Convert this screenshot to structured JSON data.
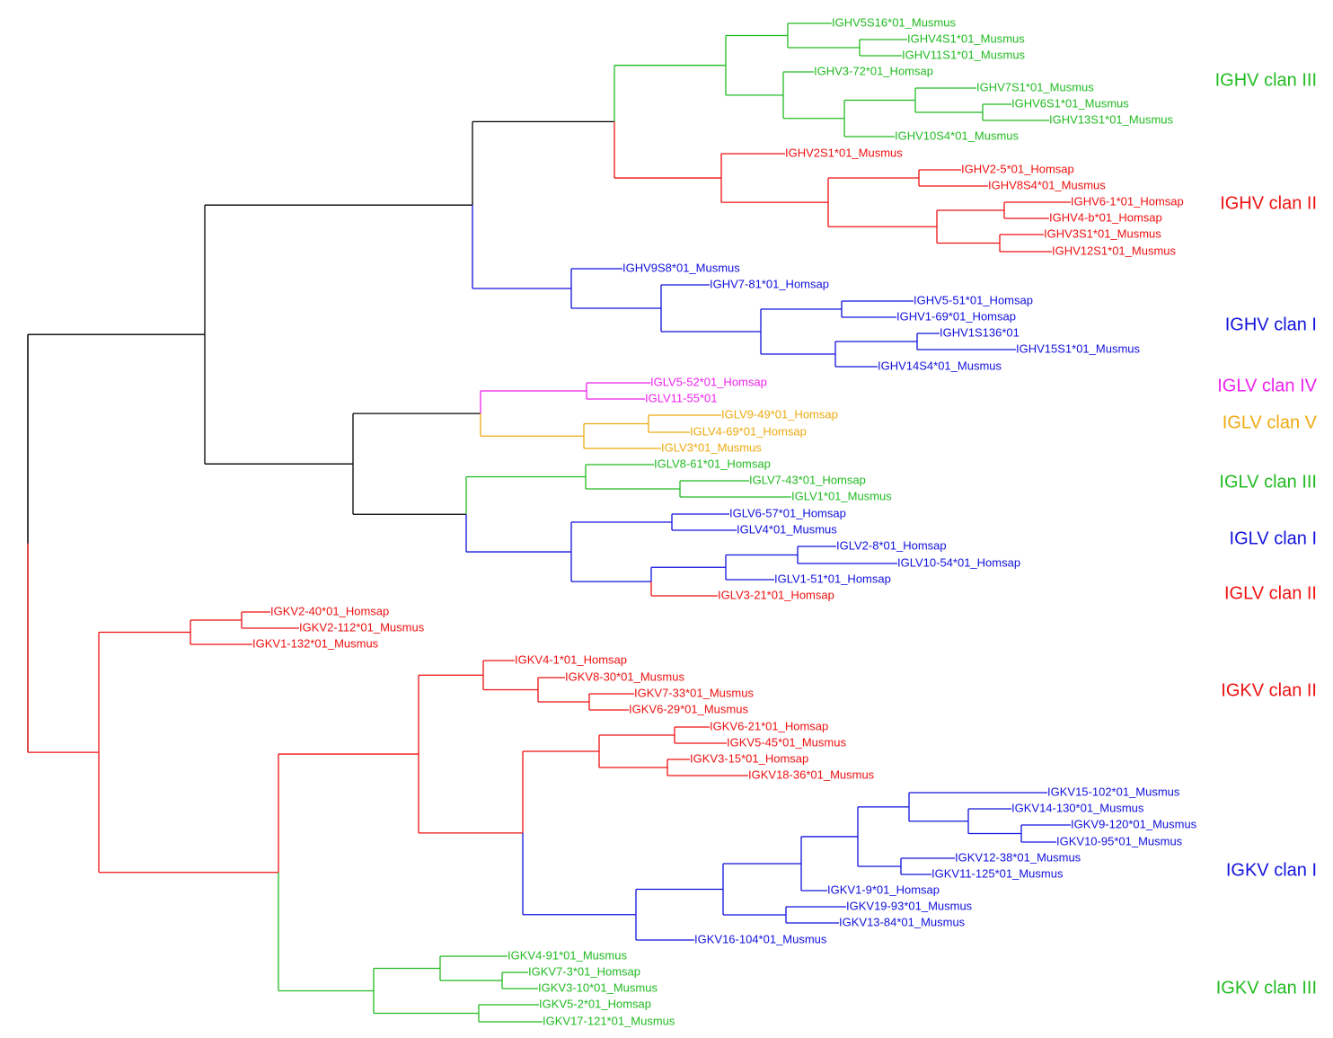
{
  "colors": {
    "black": "#000000",
    "green": "#22bb22",
    "red": "#ee1111",
    "blue": "#1111dd",
    "magenta": "#ee22ee",
    "orange": "#eeaa11"
  },
  "clans": [
    {
      "label": "IGHV clan III",
      "color": "green"
    },
    {
      "label": "IGHV clan II",
      "color": "red"
    },
    {
      "label": "IGHV clan I",
      "color": "blue"
    },
    {
      "label": "IGLV clan IV",
      "color": "magenta"
    },
    {
      "label": "IGLV clan V",
      "color": "orange"
    },
    {
      "label": "IGLV clan III",
      "color": "green"
    },
    {
      "label": "IGLV clan I",
      "color": "blue"
    },
    {
      "label": "IGLV clan II",
      "color": "red"
    },
    {
      "label": "IGKV clan II",
      "color": "red"
    },
    {
      "label": "IGKV clan I",
      "color": "blue"
    },
    {
      "label": "IGKV clan III",
      "color": "green"
    }
  ],
  "tree": {
    "c": "black",
    "ch": [
      {
        "c": "black",
        "ch": [
          {
            "c": "black",
            "ch": [
              {
                "c": "black",
                "ch": [
                  {
                    "c": "green",
                    "ch": [
                      {
                        "c": "green",
                        "ch": [
                          {
                            "n": "IGHV5S16*01_Musmus",
                            "c": "green"
                          },
                          {
                            "c": "green",
                            "ch": [
                              {
                                "n": "IGHV4S1*01_Musmus",
                                "c": "green"
                              },
                              {
                                "n": "IGHV11S1*01_Musmus",
                                "c": "green"
                              }
                            ]
                          }
                        ]
                      },
                      {
                        "c": "green",
                        "ch": [
                          {
                            "n": "IGHV3-72*01_Homsap",
                            "c": "green"
                          },
                          {
                            "c": "green",
                            "ch": [
                              {
                                "c": "green",
                                "ch": [
                                  {
                                    "n": "IGHV7S1*01_Musmus",
                                    "c": "green"
                                  },
                                  {
                                    "c": "green",
                                    "ch": [
                                      {
                                        "n": "IGHV6S1*01_Musmus",
                                        "c": "green"
                                      },
                                      {
                                        "n": "IGHV13S1*01_Musmus",
                                        "c": "green"
                                      }
                                    ]
                                  }
                                ]
                              },
                              {
                                "n": "IGHV10S4*01_Musmus",
                                "c": "green"
                              }
                            ]
                          }
                        ]
                      }
                    ]
                  },
                  {
                    "c": "red",
                    "ch": [
                      {
                        "n": "IGHV2S1*01_Musmus",
                        "c": "red"
                      },
                      {
                        "c": "red",
                        "ch": [
                          {
                            "c": "red",
                            "ch": [
                              {
                                "n": "IGHV2-5*01_Homsap",
                                "c": "red"
                              },
                              {
                                "n": "IGHV8S4*01_Musmus",
                                "c": "red"
                              }
                            ]
                          },
                          {
                            "c": "red",
                            "ch": [
                              {
                                "c": "red",
                                "ch": [
                                  {
                                    "n": "IGHV6-1*01_Homsap",
                                    "c": "red"
                                  },
                                  {
                                    "n": "IGHV4-b*01_Homsap",
                                    "c": "red"
                                  }
                                ]
                              },
                              {
                                "c": "red",
                                "ch": [
                                  {
                                    "n": "IGHV3S1*01_Musmus",
                                    "c": "red"
                                  },
                                  {
                                    "n": "IGHV12S1*01_Musmus",
                                    "c": "red"
                                  }
                                ]
                              }
                            ]
                          }
                        ]
                      }
                    ]
                  }
                ]
              },
              {
                "c": "blue",
                "ch": [
                  {
                    "n": "IGHV9S8*01_Musmus",
                    "c": "blue"
                  },
                  {
                    "c": "blue",
                    "ch": [
                      {
                        "n": "IGHV7-81*01_Homsap",
                        "c": "blue"
                      },
                      {
                        "c": "blue",
                        "ch": [
                          {
                            "c": "blue",
                            "ch": [
                              {
                                "n": "IGHV5-51*01_Homsap",
                                "c": "blue"
                              },
                              {
                                "n": "IGHV1-69*01_Homsap",
                                "c": "blue"
                              }
                            ]
                          },
                          {
                            "c": "blue",
                            "ch": [
                              {
                                "c": "blue",
                                "ch": [
                                  {
                                    "n": "IGHV1S136*01",
                                    "c": "blue"
                                  },
                                  {
                                    "n": "IGHV15S1*01_Musmus",
                                    "c": "blue"
                                  }
                                ]
                              },
                              {
                                "n": "IGHV14S4*01_Musmus",
                                "c": "blue"
                              }
                            ]
                          }
                        ]
                      }
                    ]
                  }
                ]
              }
            ]
          },
          {
            "c": "black",
            "ch": [
              {
                "c": "black",
                "ch": [
                  {
                    "c": "magenta",
                    "ch": [
                      {
                        "n": "IGLV5-52*01_Homsap",
                        "c": "magenta"
                      },
                      {
                        "n": "IGLV11-55*01",
                        "c": "magenta"
                      }
                    ]
                  },
                  {
                    "c": "orange",
                    "ch": [
                      {
                        "c": "orange",
                        "ch": [
                          {
                            "n": "IGLV9-49*01_Homsap",
                            "c": "orange"
                          },
                          {
                            "n": "IGLV4-69*01_Homsap",
                            "c": "orange"
                          }
                        ]
                      },
                      {
                        "n": "IGLV3*01_Musmus",
                        "c": "orange"
                      }
                    ]
                  }
                ]
              },
              {
                "c": "black",
                "ch": [
                  {
                    "c": "green",
                    "ch": [
                      {
                        "n": "IGLV8-61*01_Homsap",
                        "c": "green"
                      },
                      {
                        "c": "green",
                        "ch": [
                          {
                            "n": "IGLV7-43*01_Homsap",
                            "c": "green"
                          },
                          {
                            "n": "IGLV1*01_Musmus",
                            "c": "green"
                          }
                        ]
                      }
                    ]
                  },
                  {
                    "c": "blue",
                    "ch": [
                      {
                        "c": "blue",
                        "ch": [
                          {
                            "n": "IGLV6-57*01_Homsap",
                            "c": "blue"
                          },
                          {
                            "n": "IGLV4*01_Musmus",
                            "c": "blue"
                          }
                        ]
                      },
                      {
                        "c": "blue",
                        "ch": [
                          {
                            "c": "blue",
                            "ch": [
                              {
                                "c": "blue",
                                "ch": [
                                  {
                                    "n": "IGLV2-8*01_Homsap",
                                    "c": "blue"
                                  },
                                  {
                                    "n": "IGLV10-54*01_Homsap",
                                    "c": "blue"
                                  }
                                ]
                              },
                              {
                                "n": "IGLV1-51*01_Homsap",
                                "c": "blue"
                              }
                            ]
                          },
                          {
                            "n": "IGLV3-21*01_Homsap",
                            "c": "red"
                          }
                        ]
                      }
                    ]
                  }
                ]
              }
            ]
          }
        ]
      },
      {
        "c": "red",
        "ch": [
          {
            "c": "red",
            "ch": [
              {
                "c": "red",
                "ch": [
                  {
                    "n": "IGKV2-40*01_Homsap",
                    "c": "red"
                  },
                  {
                    "n": "IGKV2-112*01_Musmus",
                    "c": "red"
                  }
                ]
              },
              {
                "n": "IGKV1-132*01_Musmus",
                "c": "red"
              }
            ]
          },
          {
            "c": "red",
            "ch": [
              {
                "c": "red",
                "ch": [
                  {
                    "c": "red",
                    "ch": [
                      {
                        "n": "IGKV4-1*01_Homsap",
                        "c": "red"
                      },
                      {
                        "c": "red",
                        "ch": [
                          {
                            "n": "IGKV8-30*01_Musmus",
                            "c": "red"
                          },
                          {
                            "c": "red",
                            "ch": [
                              {
                                "n": "IGKV7-33*01_Musmus",
                                "c": "red"
                              },
                              {
                                "n": "IGKV6-29*01_Musmus",
                                "c": "red"
                              }
                            ]
                          }
                        ]
                      }
                    ]
                  },
                  {
                    "c": "red",
                    "ch": [
                      {
                        "c": "red",
                        "ch": [
                          {
                            "c": "red",
                            "ch": [
                              {
                                "n": "IGKV6-21*01_Homsap",
                                "c": "red"
                              },
                              {
                                "n": "IGKV5-45*01_Musmus",
                                "c": "red"
                              }
                            ]
                          },
                          {
                            "c": "red",
                            "ch": [
                              {
                                "n": "IGKV3-15*01_Homsap",
                                "c": "red"
                              },
                              {
                                "n": "IGKV18-36*01_Musmus",
                                "c": "red"
                              }
                            ]
                          }
                        ]
                      },
                      {
                        "c": "blue",
                        "ch": [
                          {
                            "c": "blue",
                            "ch": [
                              {
                                "c": "blue",
                                "ch": [
                                  {
                                    "c": "blue",
                                    "ch": [
                                      {
                                        "c": "blue",
                                        "ch": [
                                          {
                                            "n": "IGKV15-102*01_Musmus",
                                            "c": "blue"
                                          },
                                          {
                                            "c": "blue",
                                            "ch": [
                                              {
                                                "n": "IGKV14-130*01_Musmus",
                                                "c": "blue"
                                              },
                                              {
                                                "c": "blue",
                                                "ch": [
                                                  {
                                                    "n": "IGKV9-120*01_Musmus",
                                                    "c": "blue"
                                                  },
                                                  {
                                                    "n": "IGKV10-95*01_Musmus",
                                                    "c": "blue"
                                                  }
                                                ]
                                              }
                                            ]
                                          }
                                        ]
                                      },
                                      {
                                        "c": "blue",
                                        "ch": [
                                          {
                                            "n": "IGKV12-38*01_Musmus",
                                            "c": "blue"
                                          },
                                          {
                                            "n": "IGKV11-125*01_Musmus",
                                            "c": "blue"
                                          }
                                        ]
                                      }
                                    ]
                                  },
                                  {
                                    "n": "IGKV1-9*01_Homsap",
                                    "c": "blue"
                                  }
                                ]
                              },
                              {
                                "c": "blue",
                                "ch": [
                                  {
                                    "n": "IGKV19-93*01_Musmus",
                                    "c": "blue"
                                  },
                                  {
                                    "n": "IGKV13-84*01_Musmus",
                                    "c": "blue"
                                  }
                                ]
                              }
                            ]
                          },
                          {
                            "n": "IGKV16-104*01_Musmus",
                            "c": "blue"
                          }
                        ]
                      }
                    ]
                  }
                ]
              },
              {
                "c": "green",
                "ch": [
                  {
                    "c": "green",
                    "ch": [
                      {
                        "n": "IGKV4-91*01_Musmus",
                        "c": "green"
                      },
                      {
                        "c": "green",
                        "ch": [
                          {
                            "n": "IGKV7-3*01_Homsap",
                            "c": "green"
                          },
                          {
                            "n": "IGKV3-10*01_Musmus",
                            "c": "green"
                          }
                        ]
                      }
                    ]
                  },
                  {
                    "c": "green",
                    "ch": [
                      {
                        "n": "IGKV5-2*01_Homsap",
                        "c": "green"
                      },
                      {
                        "n": "IGKV17-121*01_Musmus",
                        "c": "green"
                      }
                    ]
                  }
                ]
              }
            ]
          }
        ]
      }
    ]
  }
}
